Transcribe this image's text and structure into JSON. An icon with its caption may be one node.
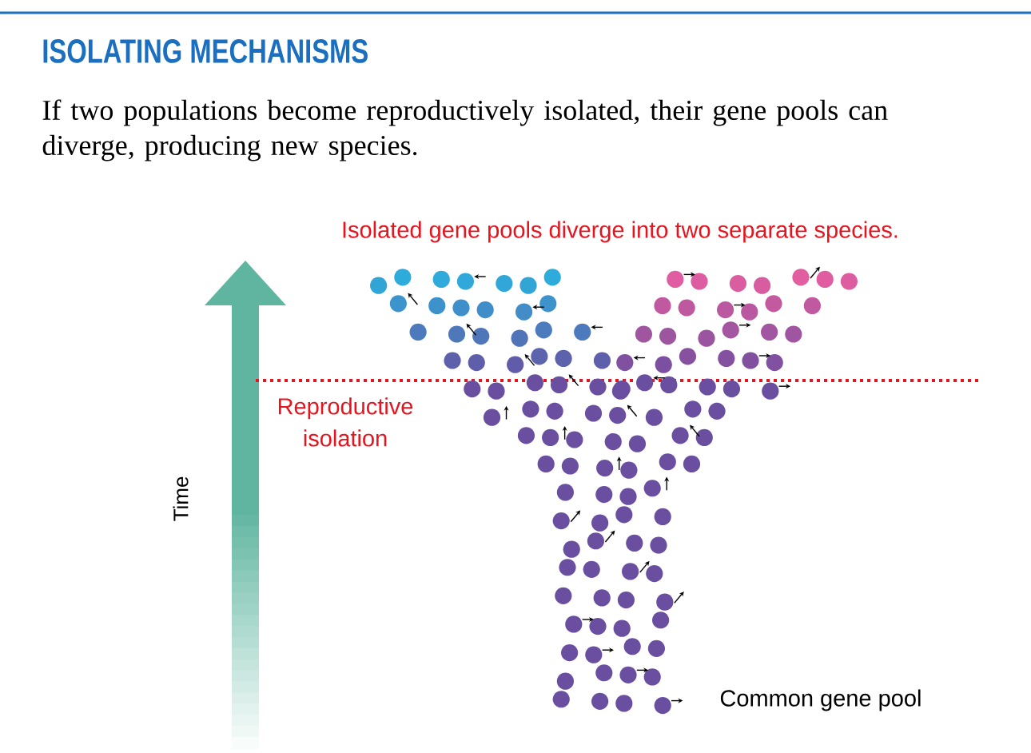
{
  "diagram": {
    "title": "ISOLATING MECHANISMS",
    "labels": [
      "If two populations become reproductively isolated, their gene pools can diverge, producing new species.",
      "Isolated gene pools diverge into two separate species.",
      "Reproductive isolation",
      "Time",
      "Common gene pool"
    ]
  }
}
